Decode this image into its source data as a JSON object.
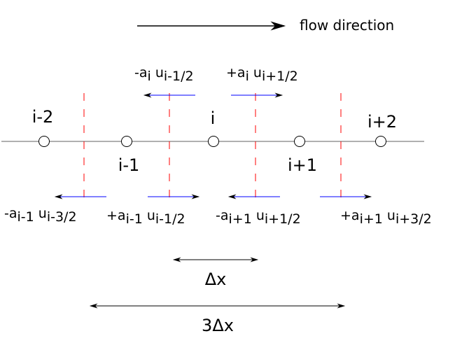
{
  "title": {
    "flow_direction": "flow direction"
  },
  "nodes": [
    {
      "id": "i-2",
      "label": "i-2"
    },
    {
      "id": "i-1",
      "label": "i-1"
    },
    {
      "id": "i",
      "label": "i"
    },
    {
      "id": "i+1",
      "label": "i+1"
    },
    {
      "id": "i+2",
      "label": "i+2"
    }
  ],
  "fluxes_top": [
    {
      "sign": "-a",
      "a_sub": "i",
      "u": " u",
      "u_sub": "i-1/2"
    },
    {
      "sign": "+a",
      "a_sub": "i",
      "u": " u",
      "u_sub": "i+1/2"
    }
  ],
  "fluxes_bottom": [
    {
      "sign": "-a",
      "a_sub": "i-1",
      "u": " u",
      "u_sub": "i-3/2"
    },
    {
      "sign": "+a",
      "a_sub": "i-1",
      "u": " u",
      "u_sub": "i-1/2"
    },
    {
      "sign": "-a",
      "a_sub": "i+1",
      "u": " u",
      "u_sub": "i+1/2"
    },
    {
      "sign": "+a",
      "a_sub": "i+1",
      "u": " u",
      "u_sub": "i+3/2"
    }
  ],
  "dimensions": {
    "dx": "Δx",
    "three_dx": "3Δx"
  },
  "colors": {
    "axis": "#808080",
    "interface": "#ff0000",
    "flux_arrow": "#0000ff",
    "arrow": "#000000"
  }
}
